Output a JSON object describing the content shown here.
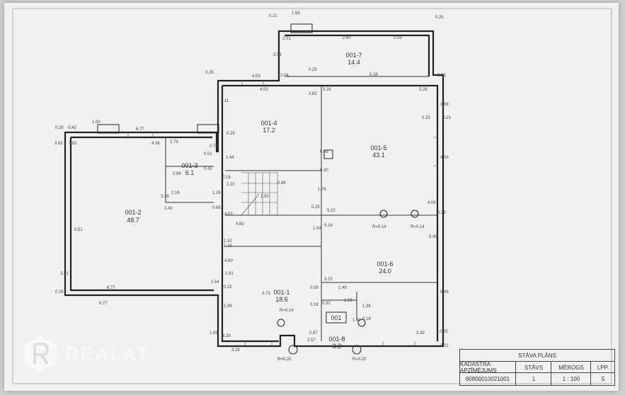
{
  "rooms": [
    {
      "id": "001-1",
      "area": "18.6"
    },
    {
      "id": "001-2",
      "area": "48.7"
    },
    {
      "id": "001-3",
      "area": "6.1"
    },
    {
      "id": "001-4",
      "area": "17.2"
    },
    {
      "id": "001-5",
      "area": "43.1"
    },
    {
      "id": "001-6",
      "area": "24.0"
    },
    {
      "id": "001-7",
      "area": "14.4"
    },
    {
      "id": "001-8",
      "area": "3.2"
    }
  ],
  "entrance_label": "001",
  "dimensions": {
    "d1_50": "1.50",
    "d2_01": "2.01",
    "d2_60": "2.60",
    "d2_05": "2.05",
    "d0_21": "0.21",
    "d0_25": "0.25",
    "d4_53": "4.53",
    "d5_28": "5.28",
    "d3_82": "3.82",
    "d2_04": "2.04",
    "d1_00": "1.00",
    "d6_77": "6.77",
    "d4_36": "4.36",
    "d2_73": "2.73",
    "d3_62": "3.62",
    "d0_40": "0.40",
    "d1_44": "1.44",
    "d2_11": "2.11",
    "d4_05": "4.05",
    "d1_98": "1.98",
    "d0_23": "0.23",
    "d2_94": "2.94",
    "d2_16": "2.16",
    "d3_26": "3.26",
    "d2_43": "2.43",
    "d1_26": "1.26",
    "d2_20": "2.20",
    "d1_50b": "1.50",
    "d0_96": "0.96",
    "d1_76": "1.76",
    "d5_22": "5.22",
    "d4_06": "4.06",
    "d0_28": "0.28",
    "d0_68": "0.68",
    "d4_60": "4.60",
    "d3_51": "3.51",
    "d1_43": "1.43",
    "d5_16": "5.16",
    "d5_45": "5.45",
    "r014": "R=0.14",
    "d4_80": "4.80",
    "d1_61": "1.61",
    "d3_73": "3.73",
    "d1_54": "1.54",
    "d0_22": "0.22",
    "d1_99": "1.99",
    "d3_23": "3.23",
    "d1_49": "1.49",
    "d1_56": "1.56",
    "d0_32": "0.32",
    "d0_18": "0.18",
    "d1_38": "1.38",
    "d5_49": "5.49",
    "d3_28": "3.28",
    "d3_26b": "3.26",
    "d2_87": "2.87",
    "d2_57": "2.57",
    "d3_39": "3.39",
    "r020": "R=0.20",
    "d0_35": "0.35",
    "d0_30": "0.30",
    "d0_41": "0.41",
    "d0_51": "0.51",
    "d0_76": "0.76",
    "d0_29": "0.29",
    "d0_09": "0.09",
    "d1_40": "1.40",
    "d0_16": "0.16",
    "d1_10": "1.10"
  },
  "watermark": "REALAT",
  "titleblock": {
    "title": "STĀVA PLĀNS",
    "h_cadastre": "KADASTRA APZĪMĒJUMS",
    "h_floor": "STĀVS",
    "h_scale": "MĒROGS",
    "h_page": "LPP.",
    "v_cadastre": "80800010021001",
    "v_floor": "1",
    "v_scale": "1 : 100",
    "v_page": "5"
  }
}
